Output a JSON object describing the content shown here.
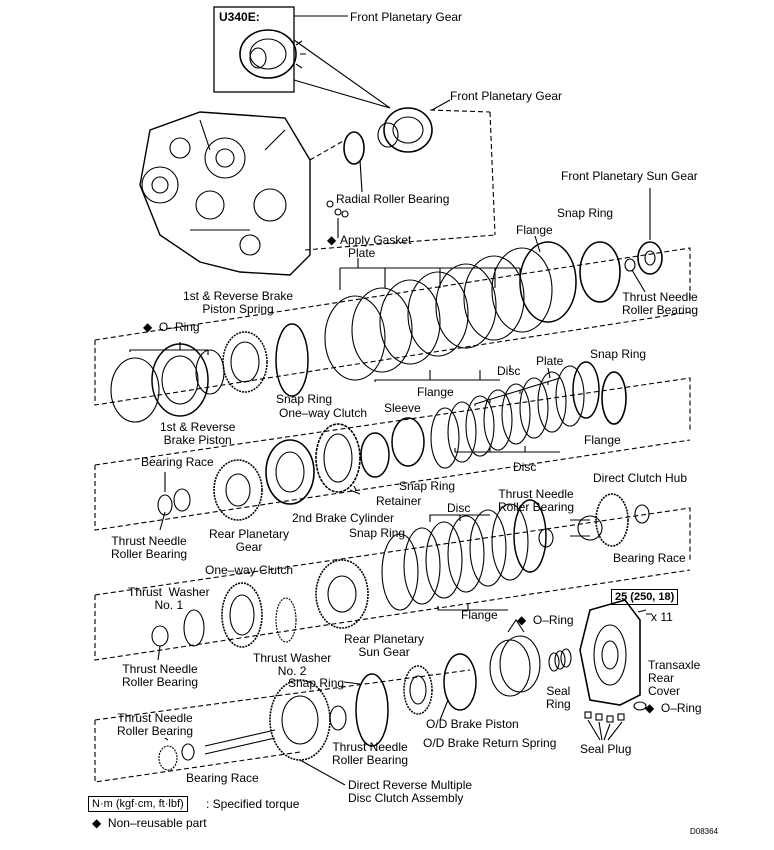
{
  "model_box": {
    "title": "U340E:",
    "part": "Front Planetary Gear"
  },
  "labels": {
    "front_planetary_gear": "Front Planetary Gear",
    "radial_roller_bearing": "Radial Roller Bearing",
    "apply_gasket_prefix": "◆",
    "apply_gasket": "Apply Gasket",
    "front_planetary_sun_gear": "Front Planetary Sun Gear",
    "snap_ring_1": "Snap Ring",
    "flange_1": "Flange",
    "plate_1": "Plate",
    "thrust_needle_roller_bearing_1": "Thrust Needle\nRoller Bearing",
    "reverse_brake_piston_spring": "1st & Reverse Brake\nPiston Spring",
    "oring_1": "◆  O–Ring",
    "snap_ring_2": "Snap Ring",
    "disc_1": "Disc",
    "plate_2": "Plate",
    "snap_ring_3": "Snap Ring",
    "reverse_brake_piston": "1st & Reverse\nBrake Piston",
    "oneway_clutch_1": "One–way Clutch",
    "sleeve": "Sleeve",
    "flange_2": "Flange",
    "flange_3": "Flange",
    "bearing_race_1": "Bearing Race",
    "disc_2": "Disc",
    "snap_ring_4": "Snap Ring",
    "retainer": "Retainer",
    "direct_clutch_hub": "Direct Clutch Hub",
    "thrust_needle_roller_bearing_2": "Thrust Needle\nRoller Bearing",
    "thrust_needle_roller_bearing_3": "Thrust Needle\nRoller Bearing",
    "rear_planetary_gear": "Rear Planetary\nGear",
    "second_brake_cylinder": "2nd Brake Cylinder",
    "disc_3": "Disc",
    "snap_ring_5": "Snap Ring",
    "bearing_race_2": "Bearing Race",
    "oneway_clutch_2": "One–way Clutch",
    "thrust_washer_1": "Thrust  Washer\nNo. 1",
    "torque": "25 (250, 18)",
    "torque_qty": "x 11",
    "flange_4": "Flange",
    "oring_2": "◆  O–Ring",
    "rear_planetary_sun_gear": "Rear Planetary\nSun Gear",
    "thrust_needle_roller_bearing_4": "Thrust Needle\nRoller Bearing",
    "thrust_washer_2": "Thrust Washer\nNo. 2",
    "transaxle_rear_cover": "Transaxle\nRear\nCover",
    "seal_ring": "Seal\nRing",
    "snap_ring_6": "Snap Ring",
    "oring_3": "◆  O–Ring",
    "thrust_needle_roller_bearing_5": "Thrust Needle\nRoller Bearing",
    "od_brake_piston": "O/D Brake Piston",
    "od_brake_return_spring": "O/D Brake Return Spring",
    "thrust_needle_roller_bearing_6": "Thrust Needle\nRoller Bearing",
    "seal_plug": "Seal Plug",
    "bearing_race_3": "Bearing Race",
    "direct_reverse_clutch": "Direct Reverse Multiple\nDisc Clutch Assembly"
  },
  "legend": {
    "torque_unit": "N·m (kgf·cm, ft·lbf)",
    "torque_desc": ": Specified torque",
    "nonreusable": "◆  Non–reusable part"
  },
  "figure_code": "D08364"
}
